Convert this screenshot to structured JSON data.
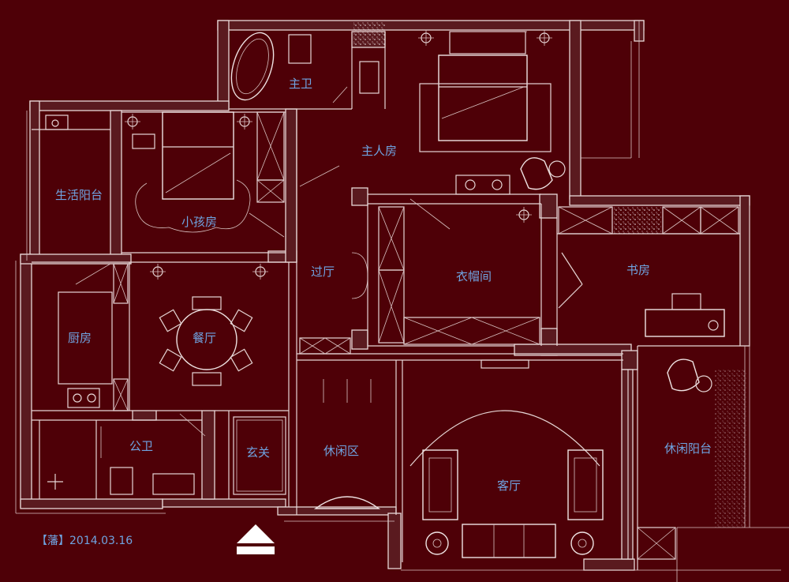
{
  "plan": {
    "rooms": {
      "master_bath": "主卫",
      "master_bedroom": "主人房",
      "service_balcony": "生活阳台",
      "kids_room": "小孩房",
      "hallway": "过厅",
      "closet": "衣帽间",
      "study": "书房",
      "kitchen": "厨房",
      "dining": "餐厅",
      "public_bath": "公卫",
      "foyer": "玄关",
      "leisure_area": "休闲区",
      "living_room": "客厅",
      "leisure_balcony": "休闲阳台"
    },
    "signature": "【藩】2014.03.16"
  },
  "colors": {
    "background": "#4e0007",
    "lines": "#e6d6d6",
    "labels": "#6fa3e0"
  },
  "icons": {
    "entrance": "entrance-arrow-icon"
  }
}
